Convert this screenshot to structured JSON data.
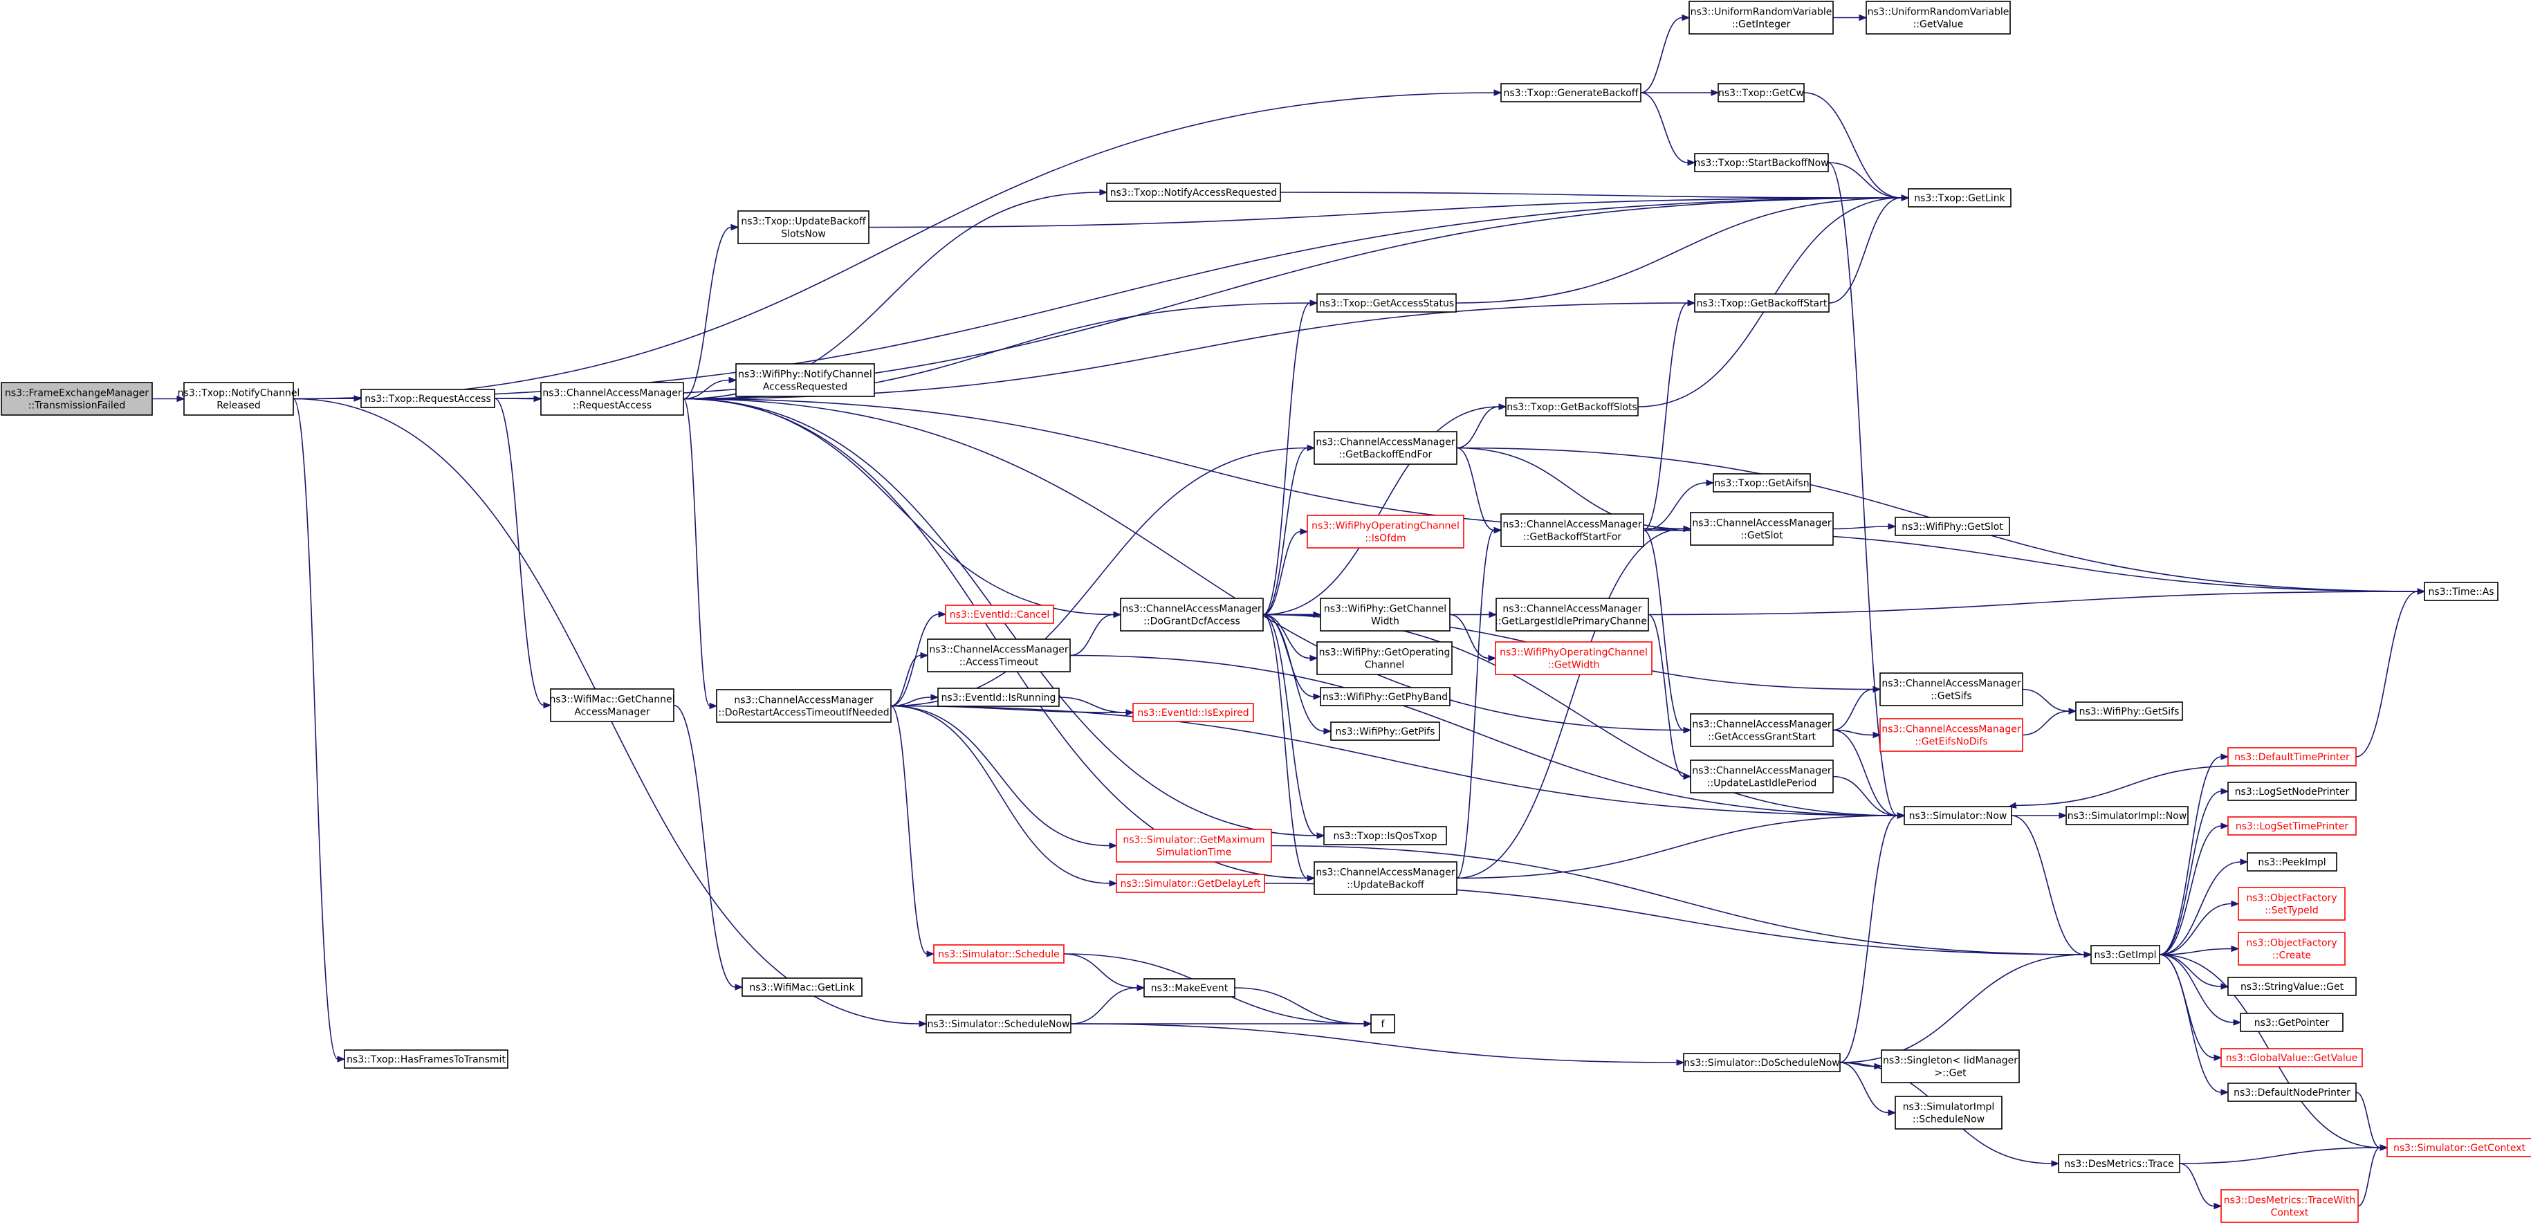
{
  "graph": {
    "nodes": [
      {
        "id": "root",
        "lines": [
          "ns3::FrameExchangeManager",
          "::TransmissionFailed"
        ],
        "style": "root"
      },
      {
        "id": "notifyReleased",
        "lines": [
          "ns3::Txop::NotifyChannel",
          "Released"
        ],
        "style": "normal"
      },
      {
        "id": "txopRequestAccess",
        "lines": [
          "ns3::Txop::RequestAccess"
        ],
        "style": "normal"
      },
      {
        "id": "camRequestAccess",
        "lines": [
          "ns3::ChannelAccessManager",
          "::RequestAccess"
        ],
        "style": "normal"
      },
      {
        "id": "wifiMacGetCAM",
        "lines": [
          "ns3::WifiMac::GetChannel",
          "AccessManager"
        ],
        "style": "normal"
      },
      {
        "id": "hasFrames",
        "lines": [
          "ns3::Txop::HasFramesToTransmit"
        ],
        "style": "normal"
      },
      {
        "id": "updateBackoffSlotsNow",
        "lines": [
          "ns3::Txop::UpdateBackoff",
          "SlotsNow"
        ],
        "style": "normal"
      },
      {
        "id": "notifyChannelAccessRequested",
        "lines": [
          "ns3::WifiPhy::NotifyChannel",
          "AccessRequested"
        ],
        "style": "normal"
      },
      {
        "id": "doRestart",
        "lines": [
          "ns3::ChannelAccessManager",
          "::DoRestartAccessTimeoutIfNeeded"
        ],
        "style": "normal"
      },
      {
        "id": "wifiMacGetLink",
        "lines": [
          "ns3::WifiMac::GetLink"
        ],
        "style": "normal"
      },
      {
        "id": "scheduleNow",
        "lines": [
          "ns3::Simulator::ScheduleNow"
        ],
        "style": "normal"
      },
      {
        "id": "eventCancel",
        "lines": [
          "ns3::EventId::Cancel"
        ],
        "style": "red"
      },
      {
        "id": "accessTimeout",
        "lines": [
          "ns3::ChannelAccessManager",
          "::AccessTimeout"
        ],
        "style": "normal"
      },
      {
        "id": "eventIsRunning",
        "lines": [
          "ns3::EventId::IsRunning"
        ],
        "style": "normal"
      },
      {
        "id": "eventIsExpired",
        "lines": [
          "ns3::EventId::IsExpired"
        ],
        "style": "red"
      },
      {
        "id": "getMaxSimTime",
        "lines": [
          "ns3::Simulator::GetMaximum",
          "SimulationTime"
        ],
        "style": "red"
      },
      {
        "id": "getDelayLeft",
        "lines": [
          "ns3::Simulator::GetDelayLeft"
        ],
        "style": "red"
      },
      {
        "id": "schedule",
        "lines": [
          "ns3::Simulator::Schedule"
        ],
        "style": "red"
      },
      {
        "id": "makeEvent",
        "lines": [
          "ns3::MakeEvent"
        ],
        "style": "normal"
      },
      {
        "id": "f",
        "lines": [
          "f"
        ],
        "style": "normal"
      },
      {
        "id": "notifyAccessRequested",
        "lines": [
          "ns3::Txop::NotifyAccessRequested"
        ],
        "style": "normal"
      },
      {
        "id": "doGrantDcfAccess",
        "lines": [
          "ns3::ChannelAccessManager",
          "::DoGrantDcfAccess"
        ],
        "style": "normal"
      },
      {
        "id": "getAccessStatus",
        "lines": [
          "ns3::Txop::GetAccessStatus"
        ],
        "style": "normal"
      },
      {
        "id": "getBackoffEndFor",
        "lines": [
          "ns3::ChannelAccessManager",
          "::GetBackoffEndFor"
        ],
        "style": "normal"
      },
      {
        "id": "isOfdm",
        "lines": [
          "ns3::WifiPhyOperatingChannel",
          "::IsOfdm"
        ],
        "style": "red"
      },
      {
        "id": "getChannelWidth",
        "lines": [
          "ns3::WifiPhy::GetChannel",
          "Width"
        ],
        "style": "normal"
      },
      {
        "id": "getOperatingChannel",
        "lines": [
          "ns3::WifiPhy::GetOperating",
          "Channel"
        ],
        "style": "normal"
      },
      {
        "id": "getPhyBand",
        "lines": [
          "ns3::WifiPhy::GetPhyBand"
        ],
        "style": "normal"
      },
      {
        "id": "getPifs",
        "lines": [
          "ns3::WifiPhy::GetPifs"
        ],
        "style": "normal"
      },
      {
        "id": "isQosTxop",
        "lines": [
          "ns3::Txop::IsQosTxop"
        ],
        "style": "normal"
      },
      {
        "id": "updateBackoff",
        "lines": [
          "ns3::ChannelAccessManager",
          "::UpdateBackoff"
        ],
        "style": "normal"
      },
      {
        "id": "generateBackoff",
        "lines": [
          "ns3::Txop::GenerateBackoff"
        ],
        "style": "normal"
      },
      {
        "id": "getBackoffSlots",
        "lines": [
          "ns3::Txop::GetBackoffSlots"
        ],
        "style": "normal"
      },
      {
        "id": "getBackoffStartFor",
        "lines": [
          "ns3::ChannelAccessManager",
          "::GetBackoffStartFor"
        ],
        "style": "normal"
      },
      {
        "id": "getLargestIdle",
        "lines": [
          "ns3::ChannelAccessManager",
          "::GetLargestIdlePrimaryChannel"
        ],
        "style": "normal"
      },
      {
        "id": "getWidth",
        "lines": [
          "ns3::WifiPhyOperatingChannel",
          "::GetWidth"
        ],
        "style": "red"
      },
      {
        "id": "uniformGetInteger",
        "lines": [
          "ns3::UniformRandomVariable",
          "::GetInteger"
        ],
        "style": "normal"
      },
      {
        "id": "uniformGetValue",
        "lines": [
          "ns3::UniformRandomVariable",
          "::GetValue"
        ],
        "style": "normal"
      },
      {
        "id": "getCw",
        "lines": [
          "ns3::Txop::GetCw"
        ],
        "style": "normal"
      },
      {
        "id": "startBackoffNow",
        "lines": [
          "ns3::Txop::StartBackoffNow"
        ],
        "style": "normal"
      },
      {
        "id": "getBackoffStart",
        "lines": [
          "ns3::Txop::GetBackoffStart"
        ],
        "style": "normal"
      },
      {
        "id": "getAifsn",
        "lines": [
          "ns3::Txop::GetAifsn"
        ],
        "style": "normal"
      },
      {
        "id": "camGetSlot",
        "lines": [
          "ns3::ChannelAccessManager",
          "::GetSlot"
        ],
        "style": "normal"
      },
      {
        "id": "getAccessGrantStart",
        "lines": [
          "ns3::ChannelAccessManager",
          "::GetAccessGrantStart"
        ],
        "style": "normal"
      },
      {
        "id": "updateLastIdle",
        "lines": [
          "ns3::ChannelAccessManager",
          "::UpdateLastIdlePeriod"
        ],
        "style": "normal"
      },
      {
        "id": "doScheduleNow",
        "lines": [
          "ns3::Simulator::DoScheduleNow"
        ],
        "style": "normal"
      },
      {
        "id": "getLink",
        "lines": [
          "ns3::Txop::GetLink"
        ],
        "style": "normal"
      },
      {
        "id": "wifiPhyGetSlot",
        "lines": [
          "ns3::WifiPhy::GetSlot"
        ],
        "style": "normal"
      },
      {
        "id": "camGetSifs",
        "lines": [
          "ns3::ChannelAccessManager",
          "::GetSifs"
        ],
        "style": "normal"
      },
      {
        "id": "getEifsNoDifs",
        "lines": [
          "ns3::ChannelAccessManager",
          "::GetEifsNoDifs"
        ],
        "style": "red"
      },
      {
        "id": "wifiPhyGetSifs",
        "lines": [
          "ns3::WifiPhy::GetSifs"
        ],
        "style": "normal"
      },
      {
        "id": "simNow",
        "lines": [
          "ns3::Simulator::Now"
        ],
        "style": "normal"
      },
      {
        "id": "simImplNow",
        "lines": [
          "ns3::SimulatorImpl::Now"
        ],
        "style": "normal"
      },
      {
        "id": "getImpl",
        "lines": [
          "ns3::GetImpl"
        ],
        "style": "normal"
      },
      {
        "id": "singletonGet",
        "lines": [
          "ns3::Singleton< IidManager",
          ">::Get"
        ],
        "style": "normal"
      },
      {
        "id": "simImplScheduleNow",
        "lines": [
          "ns3::SimulatorImpl",
          "::ScheduleNow"
        ],
        "style": "normal"
      },
      {
        "id": "desTrace",
        "lines": [
          "ns3::DesMetrics::Trace"
        ],
        "style": "normal"
      },
      {
        "id": "timeAs",
        "lines": [
          "ns3::Time::As"
        ],
        "style": "normal"
      },
      {
        "id": "defaultTimePrinter",
        "lines": [
          "ns3::DefaultTimePrinter"
        ],
        "style": "red"
      },
      {
        "id": "logSetNodePrinter",
        "lines": [
          "ns3::LogSetNodePrinter"
        ],
        "style": "normal"
      },
      {
        "id": "logSetTimePrinter",
        "lines": [
          "ns3::LogSetTimePrinter"
        ],
        "style": "red"
      },
      {
        "id": "peekImpl",
        "lines": [
          "ns3::PeekImpl"
        ],
        "style": "normal"
      },
      {
        "id": "ofSetTypeId",
        "lines": [
          "ns3::ObjectFactory",
          "::SetTypeId"
        ],
        "style": "red"
      },
      {
        "id": "ofCreate",
        "lines": [
          "ns3::ObjectFactory",
          "::Create"
        ],
        "style": "red"
      },
      {
        "id": "stringValueGet",
        "lines": [
          "ns3::StringValue::Get"
        ],
        "style": "normal"
      },
      {
        "id": "getPointer",
        "lines": [
          "ns3::GetPointer"
        ],
        "style": "normal"
      },
      {
        "id": "globalValueGet",
        "lines": [
          "ns3::GlobalValue::GetValue"
        ],
        "style": "red"
      },
      {
        "id": "defaultNodePrinter",
        "lines": [
          "ns3::DefaultNodePrinter"
        ],
        "style": "normal"
      },
      {
        "id": "simGetContext",
        "lines": [
          "ns3::Simulator::GetContext"
        ],
        "style": "red"
      },
      {
        "id": "traceWithContext",
        "lines": [
          "ns3::DesMetrics::TraceWith",
          "Context"
        ],
        "style": "red"
      }
    ],
    "edges": [
      [
        "root",
        "notifyReleased"
      ],
      [
        "notifyReleased",
        "txopRequestAccess"
      ],
      [
        "notifyReleased",
        "generateBackoff"
      ],
      [
        "notifyReleased",
        "getLink"
      ],
      [
        "notifyReleased",
        "hasFrames"
      ],
      [
        "notifyReleased",
        "scheduleNow"
      ],
      [
        "txopRequestAccess",
        "camRequestAccess"
      ],
      [
        "txopRequestAccess",
        "wifiMacGetCAM"
      ],
      [
        "txopRequestAccess",
        "getLink"
      ],
      [
        "wifiMacGetCAM",
        "wifiMacGetLink"
      ],
      [
        "camRequestAccess",
        "notifyChannelAccessRequested"
      ],
      [
        "camRequestAccess",
        "updateBackoffSlotsNow"
      ],
      [
        "camRequestAccess",
        "notifyAccessRequested"
      ],
      [
        "camRequestAccess",
        "getAccessStatus"
      ],
      [
        "camRequestAccess",
        "getBackoffStart"
      ],
      [
        "camRequestAccess",
        "doGrantDcfAccess"
      ],
      [
        "camRequestAccess",
        "doRestart"
      ],
      [
        "camRequestAccess",
        "updateBackoff"
      ],
      [
        "camRequestAccess",
        "isQosTxop"
      ],
      [
        "camRequestAccess",
        "camGetSlot"
      ],
      [
        "camRequestAccess",
        "getAccessGrantStart"
      ],
      [
        "updateBackoffSlotsNow",
        "getLink"
      ],
      [
        "notifyAccessRequested",
        "getLink"
      ],
      [
        "doRestart",
        "eventCancel"
      ],
      [
        "doRestart",
        "accessTimeout"
      ],
      [
        "doRestart",
        "eventIsRunning"
      ],
      [
        "doRestart",
        "eventIsExpired"
      ],
      [
        "doRestart",
        "getBackoffEndFor"
      ],
      [
        "doRestart",
        "getMaxSimTime"
      ],
      [
        "doRestart",
        "getDelayLeft"
      ],
      [
        "doRestart",
        "schedule"
      ],
      [
        "doRestart",
        "simNow"
      ],
      [
        "accessTimeout",
        "doGrantDcfAccess"
      ],
      [
        "accessTimeout",
        "simNow"
      ],
      [
        "eventIsRunning",
        "eventIsExpired"
      ],
      [
        "getMaxSimTime",
        "getImpl"
      ],
      [
        "getDelayLeft",
        "getImpl"
      ],
      [
        "schedule",
        "makeEvent"
      ],
      [
        "schedule",
        "f"
      ],
      [
        "scheduleNow",
        "makeEvent"
      ],
      [
        "scheduleNow",
        "f"
      ],
      [
        "scheduleNow",
        "doScheduleNow"
      ],
      [
        "makeEvent",
        "f"
      ],
      [
        "doGrantDcfAccess",
        "getAccessStatus"
      ],
      [
        "doGrantDcfAccess",
        "getBackoffEndFor"
      ],
      [
        "doGrantDcfAccess",
        "isOfdm"
      ],
      [
        "doGrantDcfAccess",
        "getChannelWidth"
      ],
      [
        "doGrantDcfAccess",
        "getOperatingChannel"
      ],
      [
        "doGrantDcfAccess",
        "getPhyBand"
      ],
      [
        "doGrantDcfAccess",
        "getPifs"
      ],
      [
        "doGrantDcfAccess",
        "isQosTxop"
      ],
      [
        "doGrantDcfAccess",
        "updateBackoff"
      ],
      [
        "doGrantDcfAccess",
        "getBackoffSlots"
      ],
      [
        "doGrantDcfAccess",
        "getLargestIdle"
      ],
      [
        "doGrantDcfAccess",
        "camGetSifs"
      ],
      [
        "doGrantDcfAccess",
        "simNow"
      ],
      [
        "getChannelWidth",
        "getWidth"
      ],
      [
        "getBackoffEndFor",
        "getBackoffSlots"
      ],
      [
        "getBackoffEndFor",
        "getBackoffStartFor"
      ],
      [
        "getBackoffEndFor",
        "camGetSlot"
      ],
      [
        "getBackoffEndFor",
        "timeAs"
      ],
      [
        "updateBackoff",
        "getBackoffStartFor"
      ],
      [
        "updateBackoff",
        "camGetSlot"
      ],
      [
        "updateBackoff",
        "simNow"
      ],
      [
        "generateBackoff",
        "uniformGetInteger"
      ],
      [
        "generateBackoff",
        "getCw"
      ],
      [
        "generateBackoff",
        "startBackoffNow"
      ],
      [
        "uniformGetInteger",
        "uniformGetValue"
      ],
      [
        "getCw",
        "getLink"
      ],
      [
        "startBackoffNow",
        "getLink"
      ],
      [
        "startBackoffNow",
        "simNow"
      ],
      [
        "getAccessStatus",
        "getLink"
      ],
      [
        "getBackoffStart",
        "getLink"
      ],
      [
        "getBackoffSlots",
        "getLink"
      ],
      [
        "getBackoffStartFor",
        "getBackoffStart"
      ],
      [
        "getBackoffStartFor",
        "getAifsn"
      ],
      [
        "getBackoffStartFor",
        "camGetSlot"
      ],
      [
        "getBackoffStartFor",
        "getAccessGrantStart"
      ],
      [
        "getBackoffStartFor",
        "timeAs"
      ],
      [
        "getLargestIdle",
        "timeAs"
      ],
      [
        "getLargestIdle",
        "updateLastIdle"
      ],
      [
        "camGetSlot",
        "wifiPhyGetSlot"
      ],
      [
        "getAccessGrantStart",
        "camGetSifs"
      ],
      [
        "getAccessGrantStart",
        "getEifsNoDifs"
      ],
      [
        "getAccessGrantStart",
        "simNow"
      ],
      [
        "updateLastIdle",
        "simNow"
      ],
      [
        "camGetSifs",
        "wifiPhyGetSifs"
      ],
      [
        "getEifsNoDifs",
        "wifiPhyGetSifs"
      ],
      [
        "simNow",
        "simImplNow"
      ],
      [
        "simNow",
        "getImpl"
      ],
      [
        "doScheduleNow",
        "getImpl"
      ],
      [
        "doScheduleNow",
        "simNow"
      ],
      [
        "doScheduleNow",
        "singletonGet"
      ],
      [
        "doScheduleNow",
        "simImplScheduleNow"
      ],
      [
        "doScheduleNow",
        "desTrace"
      ],
      [
        "desTrace",
        "simGetContext"
      ],
      [
        "desTrace",
        "traceWithContext"
      ],
      [
        "traceWithContext",
        "simGetContext"
      ],
      [
        "defaultTimePrinter",
        "simNow"
      ],
      [
        "defaultTimePrinter",
        "timeAs"
      ],
      [
        "getImpl",
        "defaultTimePrinter"
      ],
      [
        "getImpl",
        "logSetNodePrinter"
      ],
      [
        "getImpl",
        "logSetTimePrinter"
      ],
      [
        "getImpl",
        "peekImpl"
      ],
      [
        "getImpl",
        "ofSetTypeId"
      ],
      [
        "getImpl",
        "ofCreate"
      ],
      [
        "getImpl",
        "stringValueGet"
      ],
      [
        "getImpl",
        "getPointer"
      ],
      [
        "getImpl",
        "globalValueGet"
      ],
      [
        "getImpl",
        "defaultNodePrinter"
      ],
      [
        "getImpl",
        "simGetContext"
      ],
      [
        "defaultNodePrinter",
        "simGetContext"
      ]
    ]
  }
}
